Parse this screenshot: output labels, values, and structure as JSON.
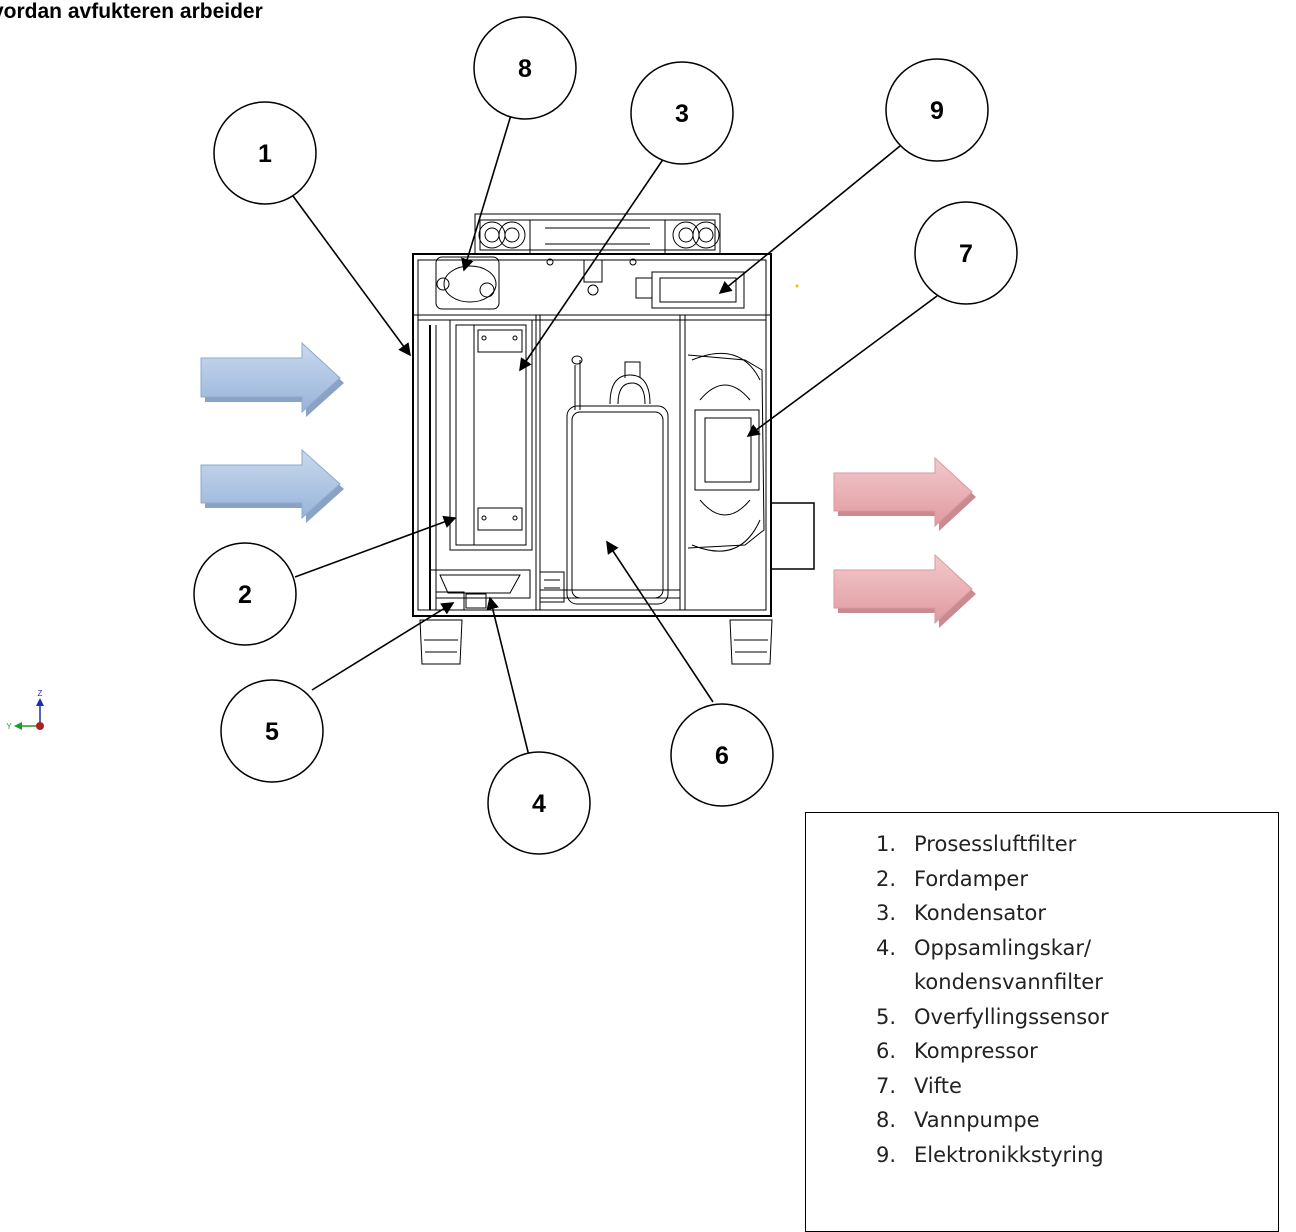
{
  "title": "vordan avfukteren arbeider",
  "colors": {
    "inlet_arrow": "#a9c3e4",
    "outlet_arrow": "#e6a3a8",
    "line": "#000000"
  },
  "axis_labels": {
    "z": "Z",
    "y": "Y"
  },
  "callouts": [
    {
      "number": "1"
    },
    {
      "number": "2"
    },
    {
      "number": "3"
    },
    {
      "number": "4"
    },
    {
      "number": "5"
    },
    {
      "number": "6"
    },
    {
      "number": "7"
    },
    {
      "number": "8"
    },
    {
      "number": "9"
    }
  ],
  "legend": [
    {
      "number": "1.",
      "label": "Prosessluftfilter"
    },
    {
      "number": "2.",
      "label": "Fordamper"
    },
    {
      "number": "3.",
      "label": "Kondensator"
    },
    {
      "number": "4.",
      "label": "Oppsamlingskar/ kondensvannfilter"
    },
    {
      "number": "5.",
      "label": "Overfyllingssensor"
    },
    {
      "number": "6.",
      "label": "Kompressor"
    },
    {
      "number": "7.",
      "label": "Vifte"
    },
    {
      "number": "8.",
      "label": "Vannpumpe"
    },
    {
      "number": "9.",
      "label": "Elektronikkstyring"
    }
  ]
}
